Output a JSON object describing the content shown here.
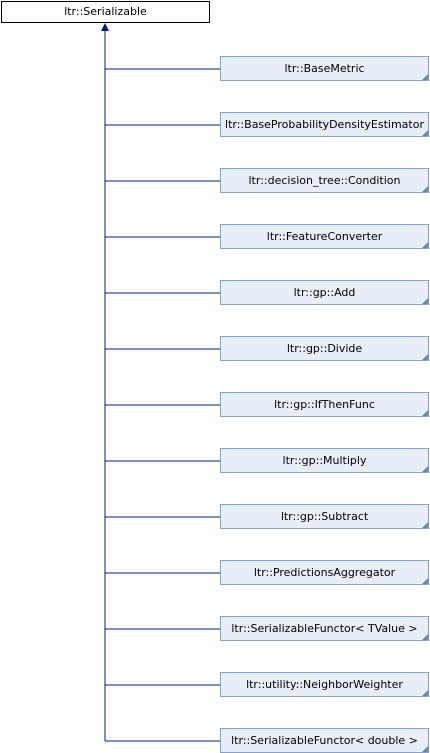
{
  "diagram": {
    "base_class": "ltr::Serializable",
    "derived_classes": [
      "ltr::BaseMetric",
      "ltr::BaseProbabilityDensityEstimator",
      "ltr::decision_tree::Condition",
      "ltr::FeatureConverter",
      "ltr::gp::Add",
      "ltr::gp::Divide",
      "ltr::gp::IfThenFunc",
      "ltr::gp::Multiply",
      "ltr::gp::Subtract",
      "ltr::PredictionsAggregator",
      "ltr::SerializableFunctor< TValue >",
      "ltr::utility::NeighborWeighter",
      "ltr::SerializableFunctor< double >"
    ],
    "edge_color": "#0a1f6b",
    "node_fill": "#e8eef7",
    "node_border": "#8a9fc4"
  }
}
